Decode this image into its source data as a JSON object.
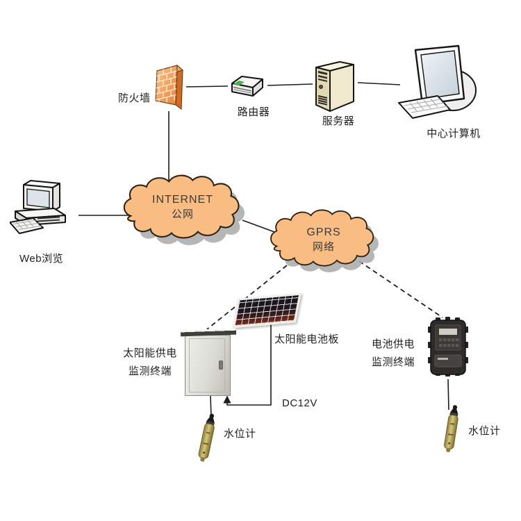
{
  "diagram": {
    "type": "network-topology",
    "nodes": {
      "firewall": {
        "label": "防火墙",
        "icon": "brick-firewall-icon"
      },
      "router": {
        "label": "路由器",
        "icon": "router-icon"
      },
      "server": {
        "label": "服务器",
        "icon": "server-tower-icon"
      },
      "central_computer": {
        "label": "中心计算机",
        "icon": "desktop-monitor-icon"
      },
      "web_browser": {
        "label": "Web浏览",
        "icon": "desktop-pc-icon"
      },
      "internet_cloud": {
        "label_line1": "INTERNET",
        "label_line2": "公网",
        "icon": "cloud-icon"
      },
      "gprs_cloud": {
        "label_line1": "GPRS",
        "label_line2": "网络",
        "icon": "cloud-icon"
      },
      "solar_panel": {
        "label": "太阳能电池板",
        "icon": "solar-panel-icon"
      },
      "solar_terminal": {
        "label_line1": "太阳能供电",
        "label_line2": "监测终端",
        "icon": "outdoor-cabinet-icon"
      },
      "battery_terminal": {
        "label_line1": "电池供电",
        "label_line2": "监测终端",
        "icon": "rtu-device-icon"
      },
      "water_gauge_left": {
        "label": "水位计",
        "icon": "water-level-sensor-icon"
      },
      "water_gauge_right": {
        "label": "水位计",
        "icon": "water-level-sensor-icon"
      }
    },
    "annotations": {
      "dc12v": "DC12V"
    },
    "connections": [
      {
        "from": "firewall",
        "to": "router",
        "style": "solid"
      },
      {
        "from": "router",
        "to": "server",
        "style": "solid"
      },
      {
        "from": "server",
        "to": "central_computer",
        "style": "solid"
      },
      {
        "from": "firewall",
        "to": "internet_cloud",
        "style": "solid"
      },
      {
        "from": "web_browser",
        "to": "internet_cloud",
        "style": "solid"
      },
      {
        "from": "internet_cloud",
        "to": "gprs_cloud",
        "style": "solid"
      },
      {
        "from": "gprs_cloud",
        "to": "solar_terminal",
        "style": "dashed"
      },
      {
        "from": "gprs_cloud",
        "to": "battery_terminal",
        "style": "dashed"
      },
      {
        "from": "solar_panel",
        "to": "solar_terminal",
        "style": "solid-arrow",
        "label": "DC12V"
      },
      {
        "from": "solar_terminal",
        "to": "water_gauge_left",
        "style": "solid"
      },
      {
        "from": "battery_terminal",
        "to": "water_gauge_right",
        "style": "solid"
      }
    ],
    "colors": {
      "background": "#ffffff",
      "cloud_fill": "#f9bd84",
      "cloud_outline": "#2e2313",
      "cloud_shadow": "#a9a9a9",
      "firewall_orange_light": "#f9c68e",
      "firewall_orange_dark": "#e8823a",
      "server_beige": "#f1e9cd",
      "solar_cell_dark": "#17171d",
      "solar_cell_red": "#7a2f1f",
      "brass_sensor": "#b3a34f",
      "device_black": "#2e2c2a",
      "wire": "#1c1c1c",
      "text": "#202020"
    }
  }
}
